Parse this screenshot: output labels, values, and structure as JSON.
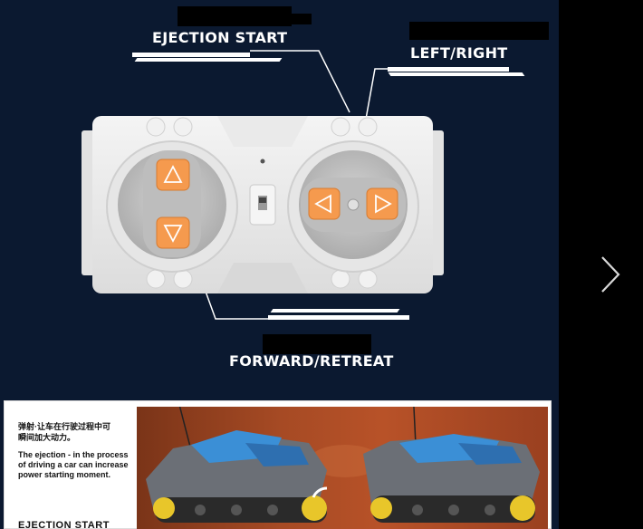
{
  "labels": {
    "ejection": "EJECTION START",
    "leftright": "LEFT/RIGHT",
    "forward": "FORWARD/RETREAT"
  },
  "panel": {
    "text_cn": "弹射·让车在行驶过程中可\n瞬间加大动力。",
    "text_en": "The ejection - in the process of driving a car can increase power starting moment.",
    "caption": "EJECTION START"
  },
  "icons": {
    "up": "triangle-up-icon",
    "down": "triangle-down-icon",
    "left": "triangle-left-icon",
    "right": "triangle-right-icon",
    "next": "chevron-right-icon"
  },
  "colors": {
    "background": "#0b1930",
    "orange": "#f59a4e",
    "photo": "#a64a24"
  }
}
